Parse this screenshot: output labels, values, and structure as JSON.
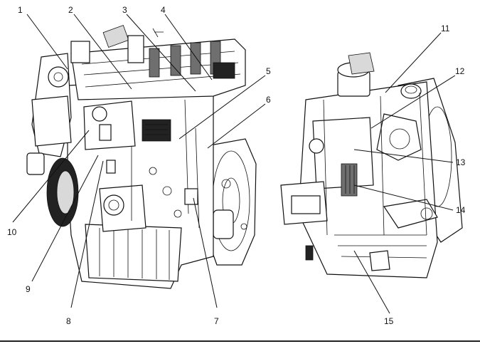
{
  "callouts": {
    "c1": "1",
    "c2": "2",
    "c3": "3",
    "c4": "4",
    "c5": "5",
    "c6": "6",
    "c7": "7",
    "c8": "8",
    "c9": "9",
    "c10": "10",
    "c11": "11",
    "c12": "12",
    "c13": "13",
    "c14": "14",
    "c15": "15"
  },
  "colors": {
    "ink": "#111111",
    "shade": "#6f6f6f",
    "background": "#ffffff"
  }
}
